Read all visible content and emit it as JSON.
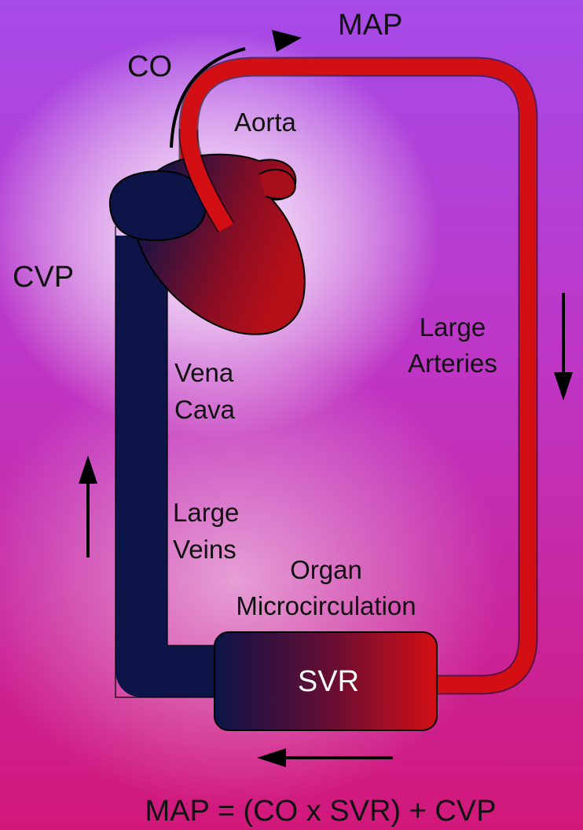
{
  "labels": {
    "map": "MAP",
    "co": "CO",
    "aorta": "Aorta",
    "cvp": "CVP",
    "large_arteries": [
      "Large",
      "Arteries"
    ],
    "vena_cava": [
      "Vena",
      "Cava"
    ],
    "large_veins": [
      "Large",
      "Veins"
    ],
    "organ_microcirculation": [
      "Organ",
      "Microcirculation"
    ],
    "svr": "SVR",
    "formula": "MAP = (CO x SVR) + CVP"
  },
  "colors": {
    "arterial": "#d40f14",
    "venous": "#0c1448",
    "background_top": "#a54ae6",
    "background_bottom": "#d01a78",
    "glow": "#ffffff"
  }
}
